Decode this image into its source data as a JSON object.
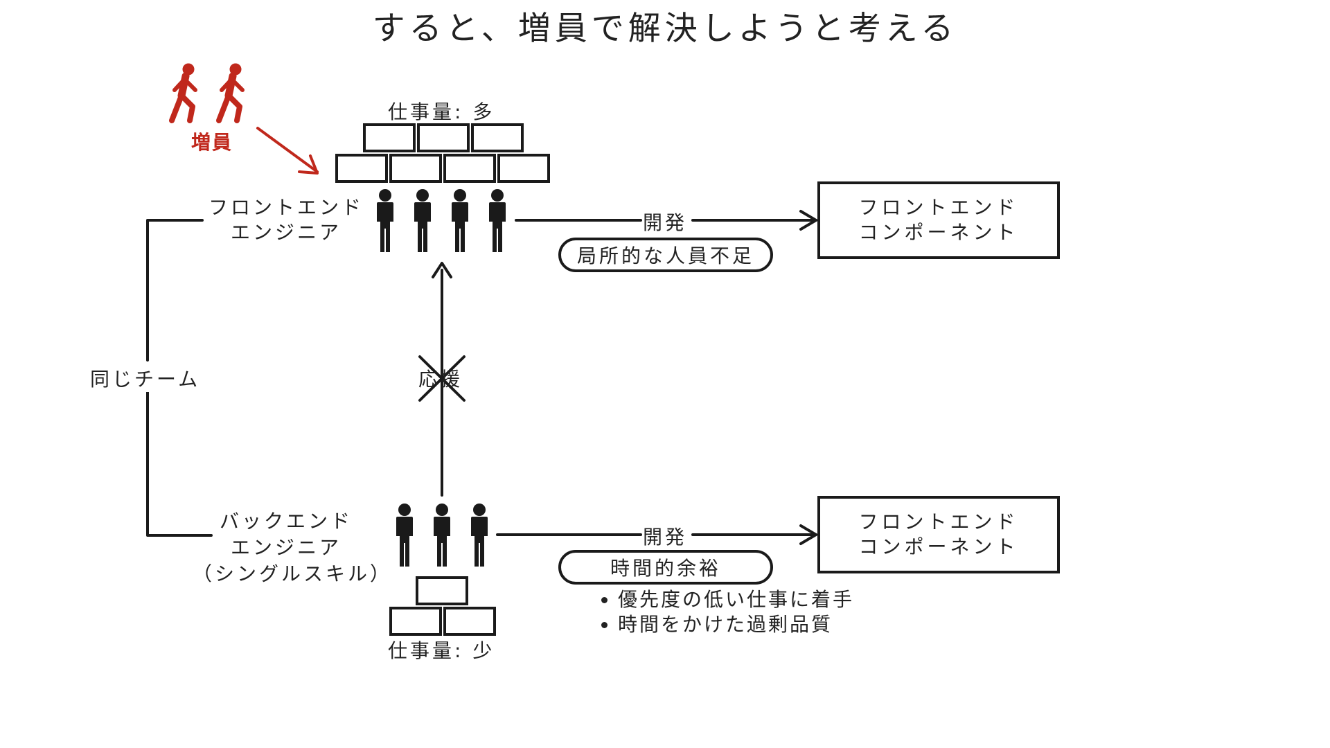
{
  "title": "すると、増員で解決しようと考える",
  "reinforcement": {
    "label": "増員",
    "color": "#c0281c"
  },
  "frontend": {
    "workload": "仕事量: 多",
    "role_line1": "フロントエンド",
    "role_line2": "エンジニア",
    "people_count": 4,
    "dev_label": "開発",
    "issue": "局所的な人員不足",
    "target_line1": "フロントエンド",
    "target_line2": "コンポーネント"
  },
  "backend": {
    "workload": "仕事量: 少",
    "role_line1": "バックエンド",
    "role_line2": "エンジニア",
    "role_line3": "（シングルスキル）",
    "people_count": 3,
    "dev_label": "開発",
    "status": "時間的余裕",
    "bullets": [
      "優先度の低い仕事に着手",
      "時間をかけた過剰品質"
    ],
    "target_line1": "フロントエンド",
    "target_line2": "コンポーネント"
  },
  "team_label": "同じチーム",
  "support_label": "応援"
}
